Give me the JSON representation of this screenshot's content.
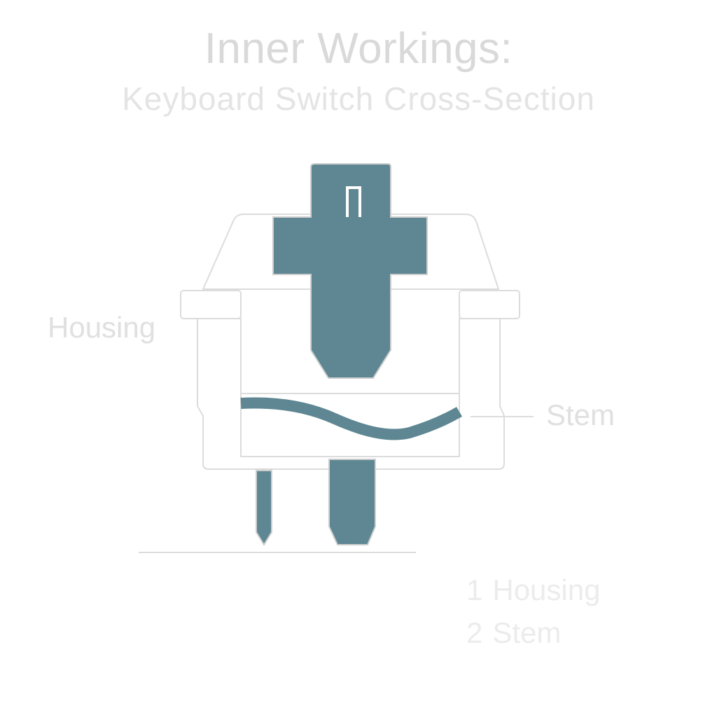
{
  "title": "Inner Workings:",
  "subtitle": "Keyboard Switch Cross-Section",
  "labels": {
    "housing": "Housing",
    "stem": "Stem"
  },
  "legend": [
    {
      "num": "1",
      "text": "Housing"
    },
    {
      "num": "2",
      "text": "Stem"
    }
  ],
  "colors": {
    "stem_fill": "#5e8793",
    "outline": "#dcdcdc",
    "text": "#e0e0e0"
  }
}
